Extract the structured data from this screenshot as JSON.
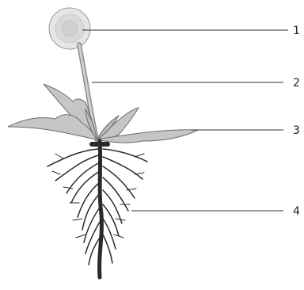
{
  "labels": [
    {
      "id": "1",
      "text": "1"
    },
    {
      "id": "2",
      "text": "2"
    },
    {
      "id": "3",
      "text": "3"
    },
    {
      "id": "4",
      "text": "4"
    }
  ],
  "colors": {
    "stroke": "#333333",
    "leaf_fill": "#c8c8c8",
    "leaf_edge": "#6a6a6a",
    "flower": "#dcdcdc",
    "root": "#2a2a2a",
    "stem": "#a9a9a9"
  }
}
